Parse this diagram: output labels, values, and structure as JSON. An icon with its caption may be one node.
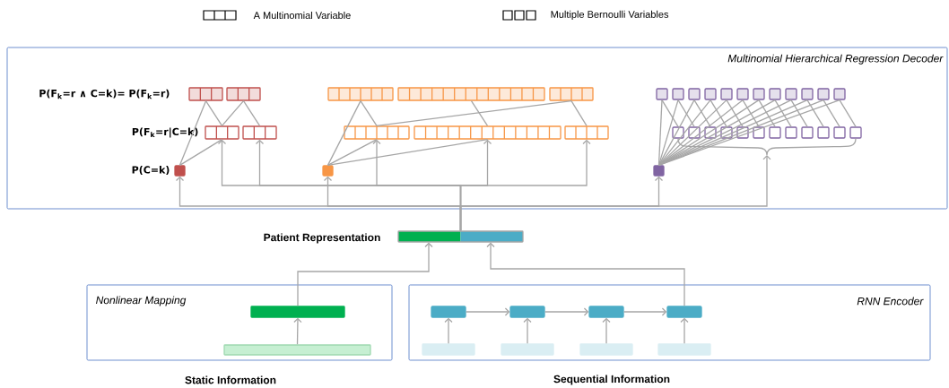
{
  "diagram": {
    "nodes": [
      {
        "text": [
          "Multinomial Hierarchical Regression Decoder"
        ]
      },
      {
        "text": [],
        "shape": "bar",
        "in": 0
      },
      {
        "text": [],
        "shape": "bar",
        "in": 0
      },
      {
        "text": [],
        "shape": "bar",
        "in": 0
      },
      {
        "text": [],
        "shape": "bar",
        "in": 0
      },
      {
        "text": [],
        "shape": "box",
        "in": 0
      },
      {
        "text": [],
        "shape": "bar",
        "in": 0
      },
      {
        "text": [],
        "shape": "bar",
        "in": 0
      },
      {
        "text": [],
        "shape": "bar",
        "in": 0
      },
      {
        "text": [],
        "shape": "bar",
        "in": 0
      },
      {
        "text": [],
        "shape": "bar",
        "in": 0
      },
      {
        "text": [],
        "shape": "bar",
        "in": 0
      },
      {
        "text": [],
        "shape": "box",
        "in": 0
      },
      {
        "text": [],
        "shape": "box",
        "in": 0
      },
      {
        "text": [],
        "shape": "box",
        "in": 0
      },
      {
        "text": [],
        "shape": "box",
        "in": 0
      },
      {
        "text": [],
        "shape": "box",
        "in": 0
      },
      {
        "text": [],
        "shape": "box",
        "in": 0
      },
      {
        "text": [],
        "shape": "box",
        "in": 0
      },
      {
        "text": [],
        "shape": "box",
        "in": 0
      },
      {
        "text": [],
        "shape": "box",
        "in": 0
      },
      {
        "text": [],
        "shape": "box",
        "in": 0
      },
      {
        "text": [],
        "shape": "box",
        "in": 0
      },
      {
        "text": [],
        "shape": "box",
        "in": 0
      },
      {
        "text": [],
        "shape": "box",
        "in": 0
      },
      {
        "text": [],
        "shape": "box",
        "in": 0
      },
      {
        "text": [],
        "shape": "box",
        "in": 0
      },
      {
        "text": [],
        "shape": "box",
        "in": 0
      },
      {
        "text": [],
        "shape": "box",
        "in": 0
      },
      {
        "text": [],
        "shape": "box",
        "in": 0
      },
      {
        "text": [],
        "shape": "box",
        "in": 0
      },
      {
        "text": [],
        "shape": "box",
        "in": 0
      },
      {
        "text": [],
        "shape": "box",
        "in": 0
      },
      {
        "text": [],
        "shape": "box",
        "in": 0
      },
      {
        "text": [],
        "shape": "box",
        "in": 0
      },
      {
        "text": [],
        "shape": "box",
        "in": 0
      },
      {
        "text": [],
        "shape": "box",
        "in": 0
      },
      {
        "text": [],
        "shape": "box",
        "in": 0
      },
      {
        "text": [],
        "shape": "bar",
        "beside": [
          "Patient Representation"
        ]
      },
      {
        "text": [
          "Nonlinear Mapping"
        ],
        "beside": [
          "Static Information"
        ]
      },
      {
        "text": [],
        "shape": "bar",
        "in": 39
      },
      {
        "text": [],
        "shape": "bar",
        "in": 39
      },
      {
        "text": [
          "RNN Encoder"
        ],
        "beside": [
          "Sequential Information"
        ]
      },
      {
        "text": [],
        "shape": "box",
        "in": 42
      },
      {
        "text": [],
        "shape": "box",
        "in": 42
      },
      {
        "text": [],
        "shape": "box",
        "in": 42
      },
      {
        "text": [],
        "shape": "box",
        "in": 42
      },
      {
        "text": [],
        "shape": "bar",
        "in": 42
      },
      {
        "text": [],
        "shape": "bar",
        "in": 42
      },
      {
        "text": [],
        "shape": "bar",
        "in": 42
      },
      {
        "text": [],
        "shape": "bar",
        "in": 42
      },
      {
        "text": [],
        "shape": "brace",
        "in": 0
      }
    ],
    "edges": [
      {
        "from": 1,
        "to": 5,
        "arrow": "none"
      },
      {
        "from": 1,
        "to": 3,
        "arrow": "none"
      },
      {
        "from": 2,
        "to": 3,
        "arrow": "none"
      },
      {
        "from": 2,
        "to": 4,
        "arrow": "none"
      },
      {
        "from": 3,
        "to": 5,
        "arrow": "none"
      },
      {
        "from": 6,
        "to": 12,
        "arrow": "none"
      },
      {
        "from": 6,
        "to": 9,
        "arrow": "none"
      },
      {
        "from": 7,
        "to": 10,
        "arrow": "none"
      },
      {
        "from": 8,
        "to": 9,
        "arrow": "none"
      },
      {
        "from": 8,
        "to": 11,
        "arrow": "none"
      },
      {
        "from": 12,
        "to": 9,
        "arrow": "none"
      },
      {
        "from": 12,
        "to": 10,
        "arrow": "none"
      },
      {
        "from": 37,
        "to": 13,
        "arrow": "none"
      },
      {
        "from": 37,
        "to": 14,
        "arrow": "none"
      },
      {
        "from": 37,
        "to": 15,
        "arrow": "none"
      },
      {
        "from": 37,
        "to": 16,
        "arrow": "none"
      },
      {
        "from": 37,
        "to": 17,
        "arrow": "none"
      },
      {
        "from": 37,
        "to": 18,
        "arrow": "none"
      },
      {
        "from": 37,
        "to": 19,
        "arrow": "none"
      },
      {
        "from": 37,
        "to": 20,
        "arrow": "none"
      },
      {
        "from": 37,
        "to": 21,
        "arrow": "none"
      },
      {
        "from": 37,
        "to": 22,
        "arrow": "none"
      },
      {
        "from": 37,
        "to": 23,
        "arrow": "none"
      },
      {
        "from": 37,
        "to": 24,
        "arrow": "none"
      },
      {
        "from": 13,
        "to": 25,
        "arrow": "none"
      },
      {
        "from": 14,
        "to": 26,
        "arrow": "none"
      },
      {
        "from": 15,
        "to": 27,
        "arrow": "none"
      },
      {
        "from": 16,
        "to": 28,
        "arrow": "none"
      },
      {
        "from": 17,
        "to": 29,
        "arrow": "none"
      },
      {
        "from": 18,
        "to": 30,
        "arrow": "none"
      },
      {
        "from": 19,
        "to": 31,
        "arrow": "none"
      },
      {
        "from": 20,
        "to": 32,
        "arrow": "none"
      },
      {
        "from": 21,
        "to": 33,
        "arrow": "none"
      },
      {
        "from": 22,
        "to": 34,
        "arrow": "none"
      },
      {
        "from": 23,
        "to": 35,
        "arrow": "none"
      },
      {
        "from": 24,
        "to": 36,
        "arrow": "none"
      },
      {
        "from": 25,
        "to": 51,
        "arrow": "none"
      },
      {
        "from": 36,
        "to": 51,
        "arrow": "none"
      },
      {
        "from": 38,
        "to": 3,
        "arrow": "to"
      },
      {
        "from": 38,
        "to": 4,
        "arrow": "to"
      },
      {
        "from": 38,
        "to": 9,
        "arrow": "to"
      },
      {
        "from": 38,
        "to": 10,
        "arrow": "to"
      },
      {
        "from": 38,
        "to": 11,
        "arrow": "to"
      },
      {
        "from": 38,
        "to": 5,
        "arrow": "to"
      },
      {
        "from": 38,
        "to": 12,
        "arrow": "to"
      },
      {
        "from": 38,
        "to": 37,
        "arrow": "to"
      },
      {
        "from": 38,
        "to": 51,
        "arrow": "to"
      },
      {
        "from": 41,
        "to": 40,
        "arrow": "to"
      },
      {
        "from": 40,
        "to": 38,
        "arrow": "to"
      },
      {
        "from": 47,
        "to": 43,
        "arrow": "to"
      },
      {
        "from": 48,
        "to": 44,
        "arrow": "to"
      },
      {
        "from": 49,
        "to": 45,
        "arrow": "to"
      },
      {
        "from": 50,
        "to": 46,
        "arrow": "to"
      },
      {
        "from": 43,
        "to": 44,
        "arrow": "to"
      },
      {
        "from": 44,
        "to": 45,
        "arrow": "to"
      },
      {
        "from": 45,
        "to": 46,
        "arrow": "to"
      },
      {
        "from": 46,
        "to": 38,
        "arrow": "to"
      }
    ],
    "labels": [
      "P(F$_{k}$=r ∧ C=k)= P(F$_{k}$=r)",
      "P(F$_{k}$=r|C=k)",
      "P(C=k)"
    ],
    "legend": [
      {
        "text": "A Multinomial Variable"
      },
      {
        "text": "Multiple Bernoulli Variables"
      }
    ]
  }
}
